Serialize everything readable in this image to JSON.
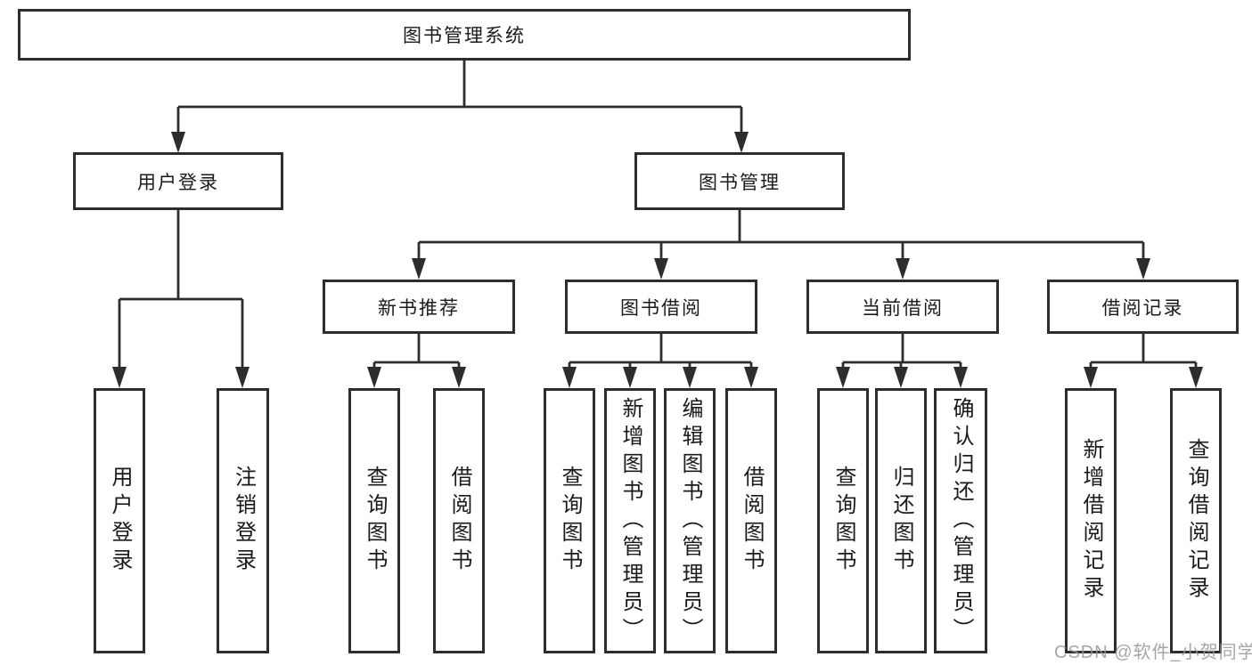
{
  "diagram": {
    "root": {
      "label": "图书管理系统"
    },
    "level2": [
      {
        "label": "用户登录"
      },
      {
        "label": "图书管理"
      }
    ],
    "level3": [
      {
        "label": "新书推荐"
      },
      {
        "label": "图书借阅"
      },
      {
        "label": "当前借阅"
      },
      {
        "label": "借阅记录"
      }
    ],
    "leaves": {
      "user_login": [
        "用户登录",
        "注销登录"
      ],
      "new_books": [
        "查询图书",
        "借阅图书"
      ],
      "book_borrow": [
        "查询图书",
        "新增图书（管理员）",
        "编辑图书（管理员）",
        "借阅图书"
      ],
      "current_borrow": [
        "查询图书",
        "归还图书",
        "确认归还（管理员）"
      ],
      "borrow_records": [
        "新增借阅记录",
        "查询借阅记录"
      ]
    },
    "colors": {
      "line": "#2d2d2d",
      "text": "#1a1a1a",
      "background": "#ffffff",
      "watermark": "#a6a6a6"
    }
  },
  "watermark": {
    "text": "CSDN @软件_小贺同学"
  }
}
